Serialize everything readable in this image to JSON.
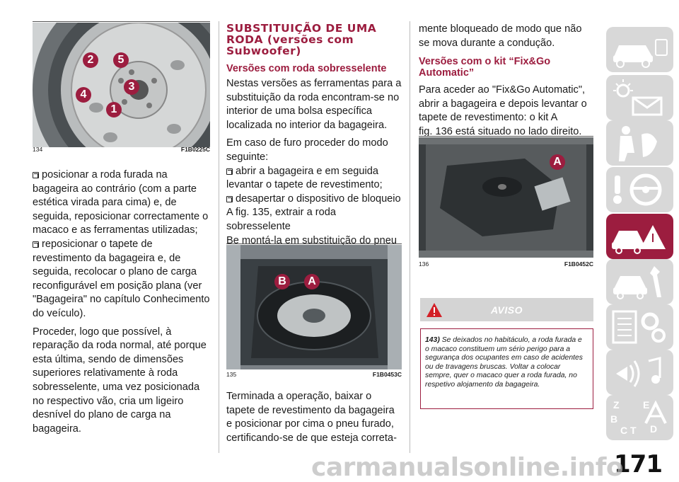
{
  "col1": {
    "figure": {
      "number": "134",
      "code": "F1B0225C",
      "callouts": [
        "2",
        "5",
        "4",
        "3",
        "1"
      ]
    },
    "items": [
      "posicionar a roda furada na bagageira ao contrário (com a parte estética virada para cima) e, de seguida, reposicionar correctamente o macaco e as ferramentas utilizadas;",
      "reposicionar o tapete de revestimento da bagageira e, de seguida, recolocar o plano de carga reconfigurável em posição plana (ver \"Bagageira\" no capítulo Conhecimento do veículo)."
    ],
    "paragraph": "Proceder, logo que possível, à reparação da roda normal, até porque esta última, sendo de dimensões superiores relativamente à roda sobresselente, uma vez posicionada no respectivo vão, cria um ligeiro desnível do plano de carga na bagageira."
  },
  "col2": {
    "title_lines": [
      "SUBSTITUIÇÃO DE UMA",
      "RODA (versões com",
      "Subwoofer)"
    ],
    "subtitle": "Versões com roda sobresselente",
    "p1": "Nestas versões as ferramentas para a substituição da roda encontram-se no interior de uma bolsa específica localizada no interior da bagageira.",
    "p2": "Em caso de furo proceder do modo seguinte:",
    "items": [
      "abrir a bagageira e em seguida levantar o tapete de revestimento;",
      "desapertar o dispositivo de bloqueio A fig. 135, extrair a roda sobresselente"
    ],
    "p3": "Be montá-la em substituição do pneu furado, executando os procedimentos descritos anteriormente.",
    "figure": {
      "number": "135",
      "code": "F1B0453C",
      "callouts": [
        "B",
        "A"
      ]
    },
    "p4": "Terminada a operação, baixar o tapete de revestimento da bagageira e posicionar por cima o pneu furado, certificando-se de que esteja correta-"
  },
  "col3": {
    "p1": "mente bloqueado de modo que não se mova durante a condução.",
    "subtitle_lines": [
      "Versões com o kit “Fix&Go",
      "Automatic”"
    ],
    "p2_lines": [
      "Para aceder ao \"Fix&Go Automatic\",",
      "abrir a bagageira e depois levantar o",
      "tapete de revestimento: o kit A",
      "fig. 136 está situado no lado direito."
    ],
    "figure": {
      "number": "136",
      "code": "F1B0452C",
      "callouts": [
        "A"
      ]
    },
    "warning": {
      "title": "AVISO",
      "number": "143)",
      "text": "Se deixados no habitáculo, a roda furada e o macaco constituem um sério perigo para a segurança dos ocupantes em caso de acidentes ou de travagens bruscas. Voltar a colocar sempre, quer o macaco quer a roda furada, no respetivo alojamento da bagageira."
    }
  },
  "sidebar": {
    "tabs": [
      {
        "icon": "car-dashboard-icon"
      },
      {
        "icon": "warning-lights-icon"
      },
      {
        "icon": "seat-safety-icon"
      },
      {
        "icon": "steering-wheel-icon"
      },
      {
        "icon": "emergency-car-icon"
      },
      {
        "icon": "car-maintenance-icon"
      },
      {
        "icon": "technical-data-icon"
      },
      {
        "icon": "multimedia-icon"
      },
      {
        "icon": "alphabetical-index-icon"
      }
    ],
    "index_letters": [
      "Z",
      "E",
      "A",
      "B",
      "C",
      "T",
      "D"
    ]
  },
  "page_number": "171",
  "watermark": "carmanualsonline.info",
  "colors": {
    "accent": "#9c1d3f",
    "tab_inactive": "#d8d8d8",
    "warning_icon": "#d32027"
  }
}
